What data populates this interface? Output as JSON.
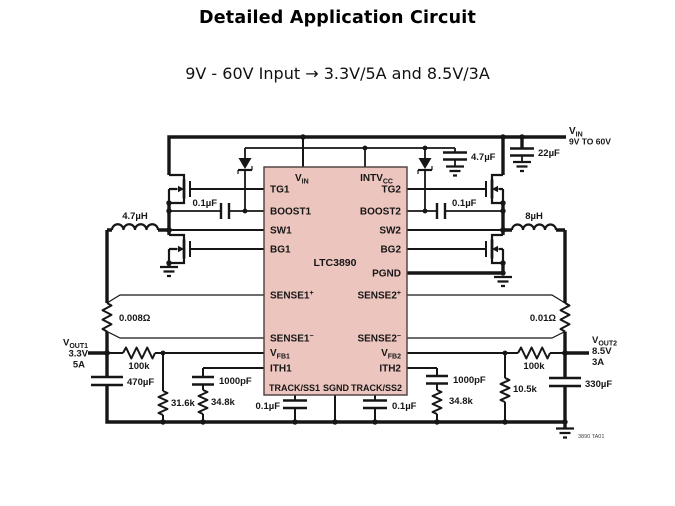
{
  "title": "Detailed Application Circuit",
  "subtitle": "9V - 60V Input → 3.3V/5A and 8.5V/3A",
  "ic": {
    "part": "LTC3890",
    "pins": {
      "v": "V",
      "vin_sub": "IN",
      "intvcc_b": "INTV",
      "intvcc_s": "CC",
      "tg1": "TG1",
      "boost1": "BOOST1",
      "sw1": "SW1",
      "bg1": "BG1",
      "tg2": "TG2",
      "boost2": "BOOST2",
      "sw2": "SW2",
      "bg2": "BG2",
      "pgnd": "PGND",
      "sense1": "SENSE1",
      "sense2": "SENSE2",
      "plus": "+",
      "minus": "−",
      "fb1": "FB1",
      "fb2": "FB2",
      "ith1": "ITH1",
      "ith2": "ITH2",
      "trackss1": "TRACK/SS1",
      "sgnd": "SGND",
      "trackss2": "TRACK/SS2"
    }
  },
  "values": {
    "l1": "4.7µH",
    "l2": "8µH",
    "cin": "22µF",
    "cintvcc": "4.7µF",
    "cb1": "0.1µF",
    "cb2": "0.1µF",
    "rs1": "0.008Ω",
    "rs2": "0.01Ω",
    "r1top": "100k",
    "r1bot": "31.6k",
    "r2top": "100k",
    "r2bot": "10.5k",
    "cith1": "1000pF",
    "rith1": "34.8k",
    "cith2": "1000pF",
    "rith2": "34.8k",
    "css1": "0.1µF",
    "css2": "0.1µF",
    "cout1": "470µF",
    "cout2": "330µF"
  },
  "ports": {
    "v": "V",
    "vin_sub": "IN",
    "vin_range": "9V TO 60V",
    "vout1_sub": "OUT1",
    "vout1_v": "3.3V",
    "vout1_i": "5A",
    "vout2_sub": "OUT2",
    "vout2_v": "8.5V",
    "vout2_i": "3A"
  },
  "note": "3890 TA01",
  "colors": {
    "ic_fill": "#ecc5bf",
    "line": "#161616"
  }
}
